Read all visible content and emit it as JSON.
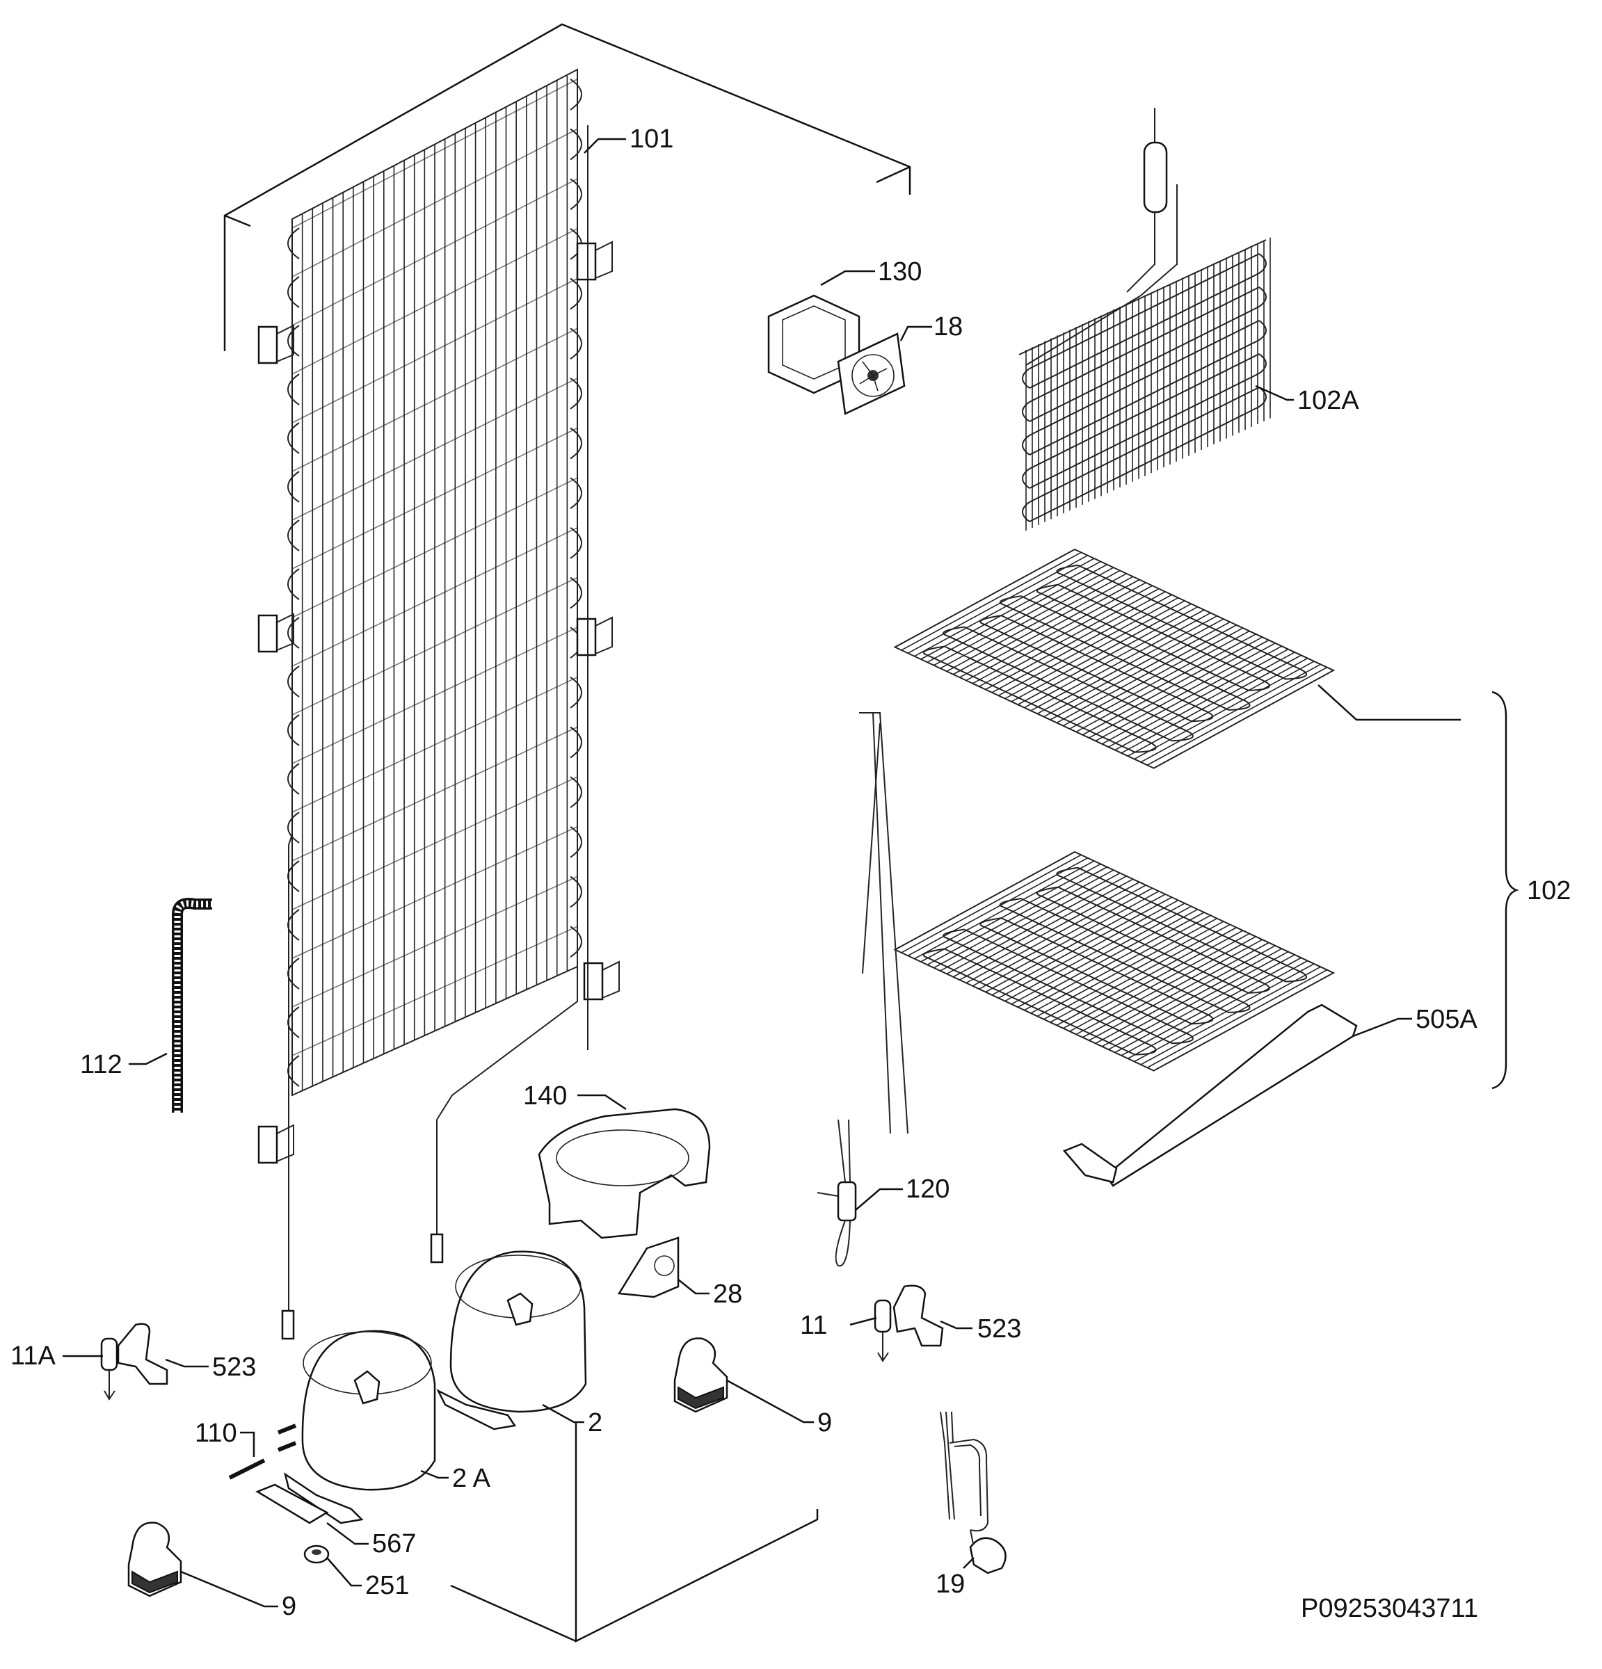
{
  "labels": {
    "l101": "101",
    "l130": "130",
    "l18": "18",
    "l102A": "102A",
    "l102": "102",
    "l505A": "505A",
    "l112": "112",
    "l140": "140",
    "l120": "120",
    "l28": "28",
    "l11A": "11A",
    "l523a": "523",
    "l11": "11",
    "l523b": "523",
    "l2": "2",
    "l9a": "9",
    "l110": "110",
    "l2A": "2 A",
    "l567": "567",
    "l251": "251",
    "l9b": "9",
    "l19": "19"
  },
  "drawing_code": "P09253043711"
}
